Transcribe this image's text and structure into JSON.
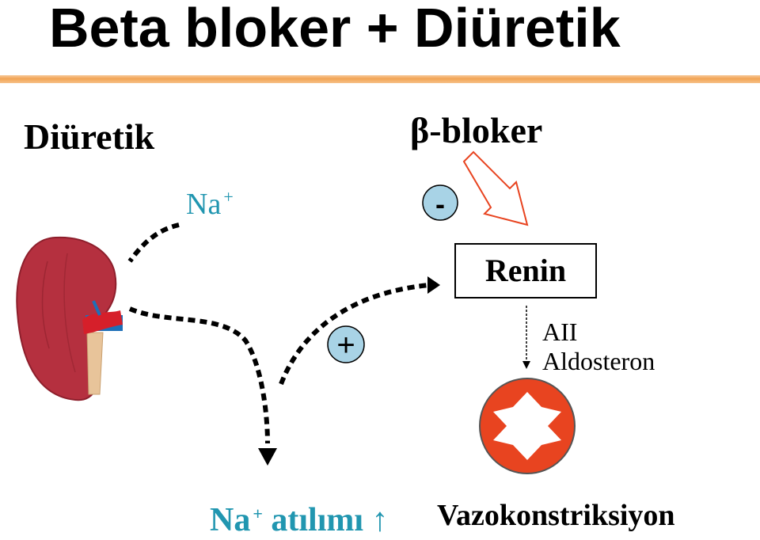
{
  "title": "Beta bloker + Diüretik",
  "labels": {
    "diuretik": "Diüretik",
    "beta_bloker": "β-bloker",
    "na_ion": "Na",
    "na_charge": "+",
    "minus_sign": "-",
    "plus_sign": "+",
    "renin": "Renin",
    "aii": "AII",
    "aldosteron": "Aldosteron",
    "na_excretion": "Na",
    "na_excretion_charge": "+",
    "na_excretion_text": "atılımı",
    "increase_arrow": "↑",
    "vazokonstriksiyon": "Vazokonstriksiyon"
  },
  "colors": {
    "title_rule": "#f2a454",
    "teal_text": "#2196b0",
    "sign_circle": "#a8d3e6",
    "kidney": "#b5303f",
    "vessel_red": "#d61f2a",
    "vessel_blue": "#1e6fb8",
    "ureter": "#e8c49a",
    "vessel_circle": "#e84420",
    "outline_arrow": "#e84420"
  },
  "icons": [
    "kidney-icon",
    "blood-vessel-icon",
    "hollow-arrow-icon"
  ]
}
